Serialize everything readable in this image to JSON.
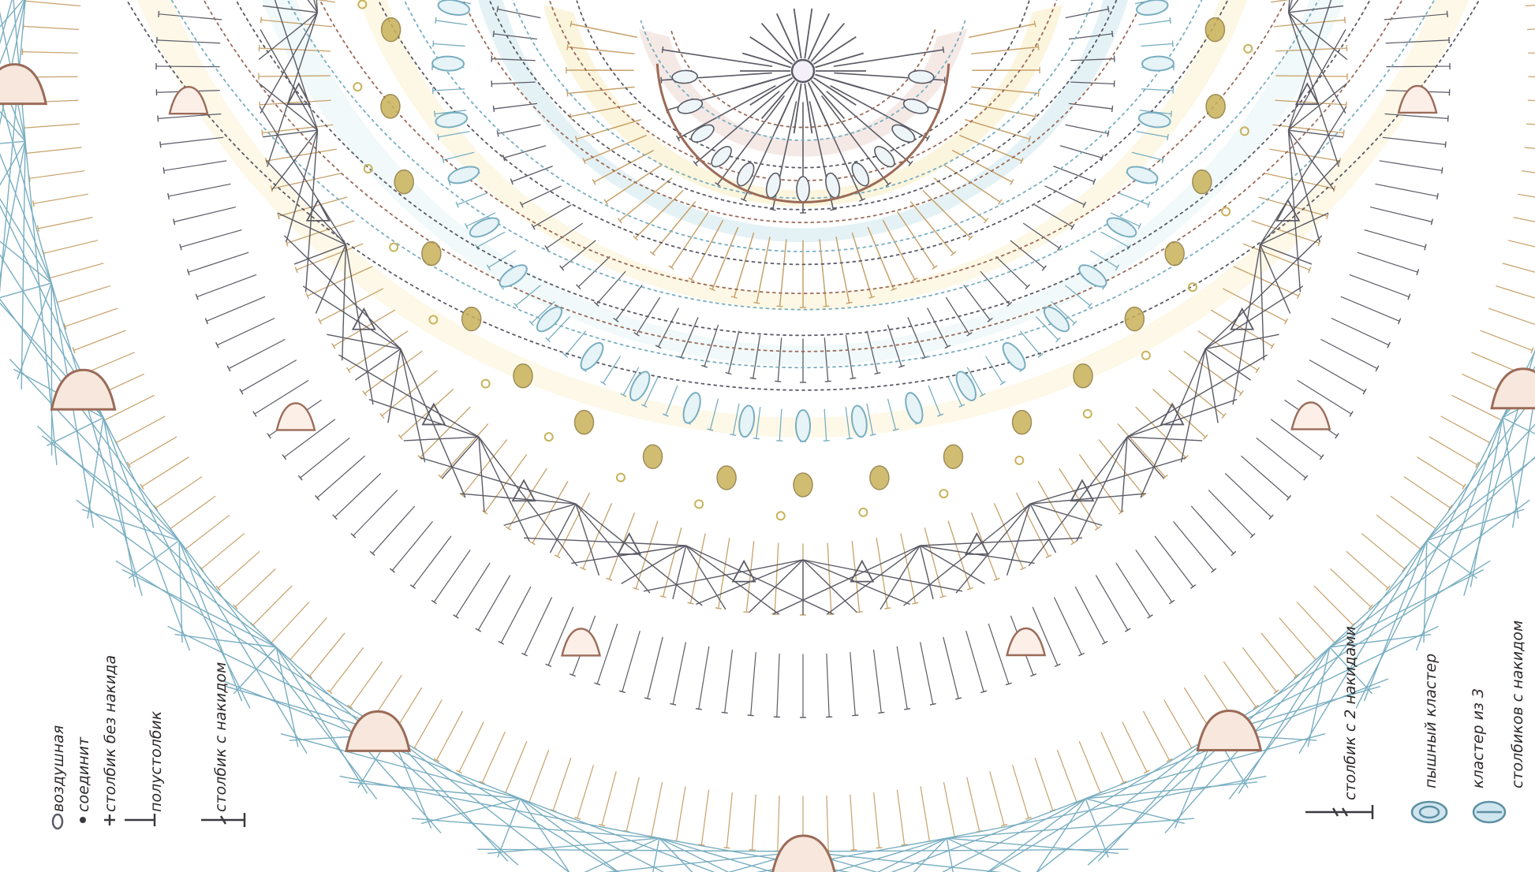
{
  "diagram": {
    "colors": {
      "background": "#ffffff",
      "blue": "#79aec1",
      "blue_light": "#d8edf2",
      "brown": "#9b6b58",
      "tan": "#c7a16a",
      "gold": "#c9b25a",
      "dark": "#5b5b66",
      "pink": "#d9a79d",
      "yellow_tint": "#fbf3d4"
    },
    "motifs": {
      "center": "magic-ring-with-spokes",
      "chain_loops": "blue-leaf-chain-arches",
      "clusters": "gold-bobble-clusters",
      "fans": "fan-stitch-groups",
      "shells": "brown-shell-motifs"
    }
  },
  "legend_left": [
    {
      "symbol": "chain-oval-icon",
      "text": "воздушная"
    },
    {
      "symbol": "slip-dot-icon",
      "text": "соединит"
    },
    {
      "symbol": "sc-plus-icon",
      "text": "столбик без накида"
    },
    {
      "symbol": "hdc-t-icon",
      "text": "полустолбик"
    },
    {
      "symbol": "dc-icon",
      "text": "столбик с накидом"
    }
  ],
  "legend_right": [
    {
      "symbol": "tr-icon",
      "text": "столбик с 2 накидами"
    },
    {
      "symbol": "puff-cluster-icon",
      "text": "пышный кластер"
    },
    {
      "symbol": "cluster3-icon",
      "text": "кластер из 3",
      "text2": "столбиков с накидом"
    }
  ]
}
